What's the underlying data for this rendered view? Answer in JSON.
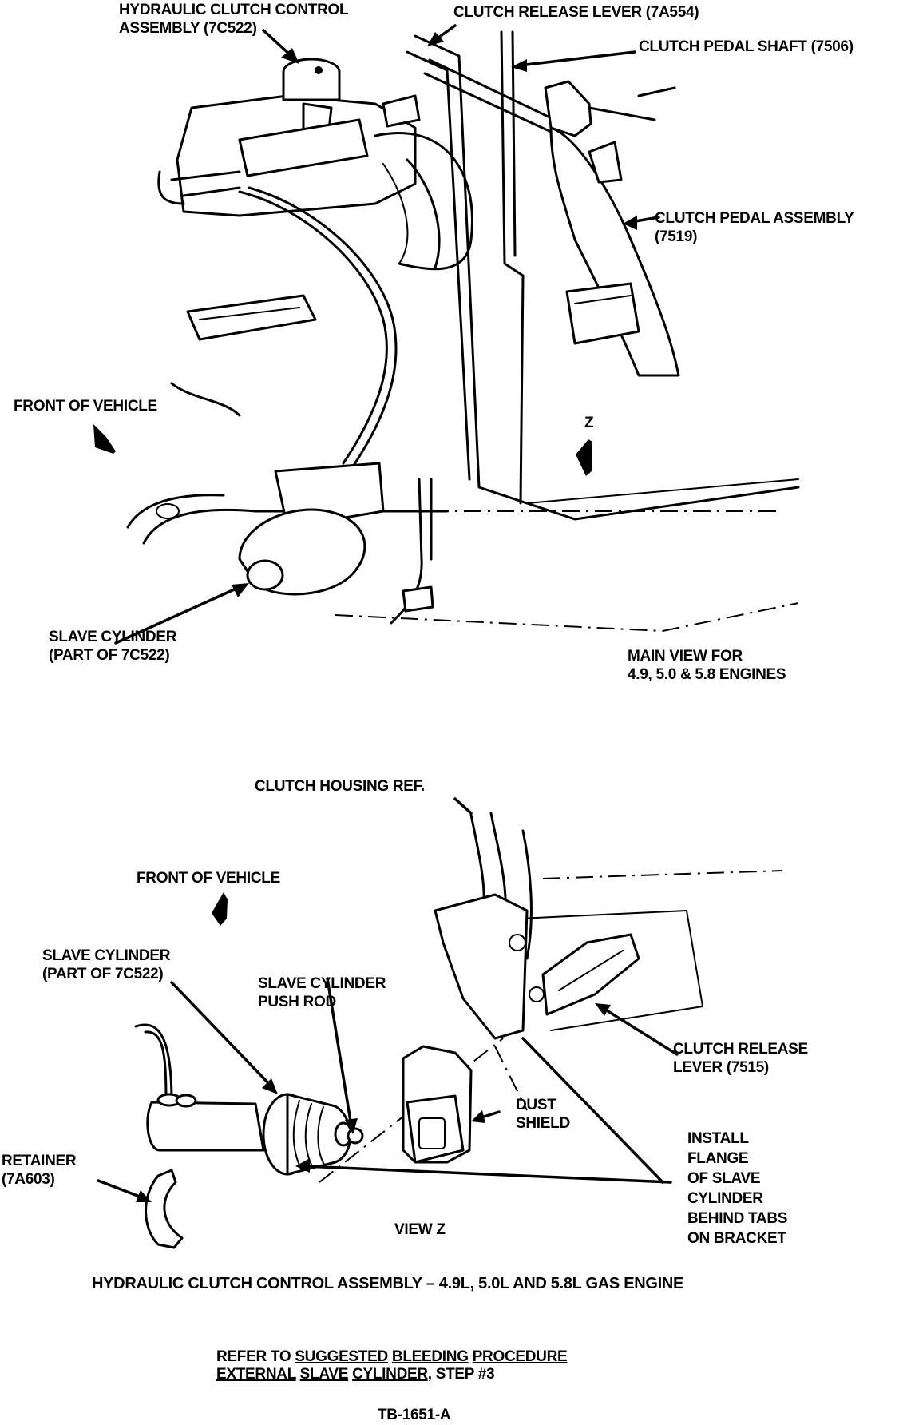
{
  "main_view": {
    "labels": {
      "hydraulic_clutch_control": [
        "HYDRAULIC CLUTCH CONTROL",
        "ASSEMBLY (7C522)"
      ],
      "clutch_release_lever": "CLUTCH RELEASE LEVER (7A554)",
      "clutch_pedal_shaft": "CLUTCH PEDAL SHAFT (7506)",
      "clutch_pedal_assembly": [
        "CLUTCH PEDAL ASSEMBLY",
        "(7519)"
      ],
      "front_of_vehicle": "FRONT OF VEHICLE",
      "view_marker": "Z",
      "slave_cylinder": [
        "SLAVE CYLINDER",
        "(PART OF 7C522)"
      ],
      "caption": [
        "MAIN VIEW FOR",
        "4.9, 5.0 & 5.8 ENGINES"
      ]
    },
    "icons": [
      "front-direction-arrow",
      "view-z-direction-arrow"
    ]
  },
  "view_z": {
    "labels": {
      "clutch_housing_ref": "CLUTCH HOUSING REF.",
      "front_of_vehicle": "FRONT OF VEHICLE",
      "slave_cylinder": [
        "SLAVE CYLINDER",
        "(PART OF 7C522)"
      ],
      "push_rod": [
        "SLAVE CYLINDER",
        "PUSH ROD"
      ],
      "clutch_release_lever": [
        "CLUTCH RELEASE",
        "LEVER (7515)"
      ],
      "dust_shield": [
        "DUST",
        "SHIELD"
      ],
      "install_note": [
        "INSTALL",
        "FLANGE",
        "OF SLAVE",
        "CYLINDER",
        "BEHIND TABS",
        "ON BRACKET"
      ],
      "retainer": [
        "RETAINER",
        "(7A603)"
      ],
      "view_title": "VIEW Z"
    }
  },
  "figure_title": "HYDRAULIC CLUTCH CONTROL ASSEMBLY – 4.9L, 5.0L AND 5.8L GAS ENGINE",
  "reference_note": {
    "prefix": "REFER TO",
    "line1_underlined": [
      "SUGGESTED",
      "BLEEDING",
      "PROCEDURE"
    ],
    "line2_underlined": [
      "EXTERNAL",
      "SLAVE",
      "CYLINDER,"
    ],
    "suffix": "STEP #3"
  },
  "figure_id": "TB-1651-A"
}
